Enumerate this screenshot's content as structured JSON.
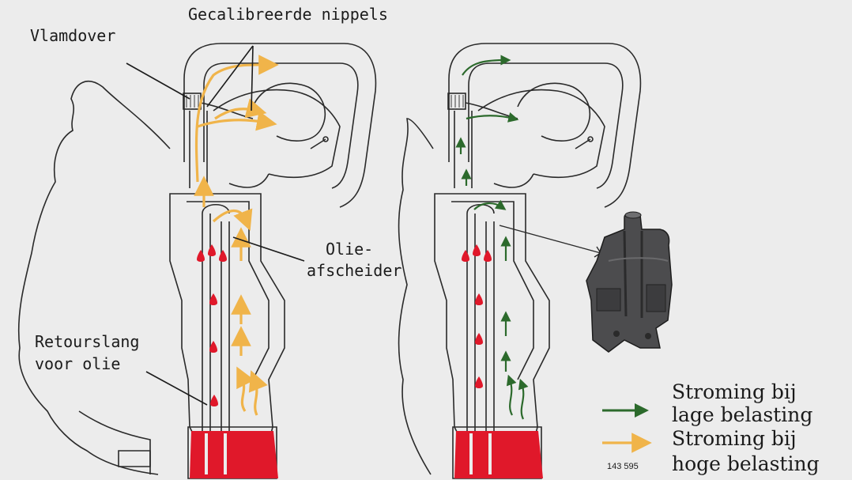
{
  "labels": {
    "nipples": "Gecalibreerde nippels",
    "flame_arrester": "Vlamdover",
    "oil_separator_line1": "Olie-",
    "oil_separator_line2": "afscheider",
    "return_hose_line1": "Retourslang",
    "return_hose_line2": "voor olie"
  },
  "legend": {
    "low_load_line1": "Stroming bij",
    "low_load_line2": "lage belasting",
    "high_load_line1": "Stroming bij",
    "high_load_line2": "hoge belasting"
  },
  "figure_number": "143 595",
  "colors": {
    "background": "#ececec",
    "line": "#2a2a2a",
    "oil_red": "#e0182a",
    "flow_high_load_orange": "#f0b44a",
    "flow_low_load_green": "#2c6a2c",
    "separator_part": "#4c4c4e"
  }
}
